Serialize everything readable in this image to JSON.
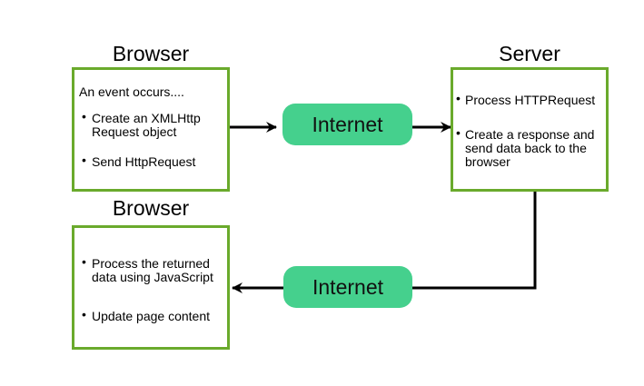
{
  "titles": {
    "browser_top": "Browser",
    "server": "Server",
    "browser_bottom": "Browser"
  },
  "browser_top_box": {
    "intro": "An event occurs....",
    "items": [
      {
        "line1": "Create an XMLHttp",
        "line2": "Request object"
      },
      {
        "line1": "Send HttpRequest"
      }
    ]
  },
  "server_box": {
    "items": [
      {
        "line1": "Process HTTPRequest"
      },
      {
        "line1": "Create a response and",
        "line2": "send data back to the",
        "line3": "browser"
      }
    ]
  },
  "browser_bottom_box": {
    "items": [
      {
        "line1": "Process the returned",
        "line2": "data using JavaScript"
      },
      {
        "line1": "Update page content"
      }
    ]
  },
  "internet_labels": {
    "top": "Internet",
    "bottom": "Internet"
  },
  "colors": {
    "box_border": "#6aaa2c",
    "pill_fill": "#45d08d",
    "arrow": "#000000"
  }
}
